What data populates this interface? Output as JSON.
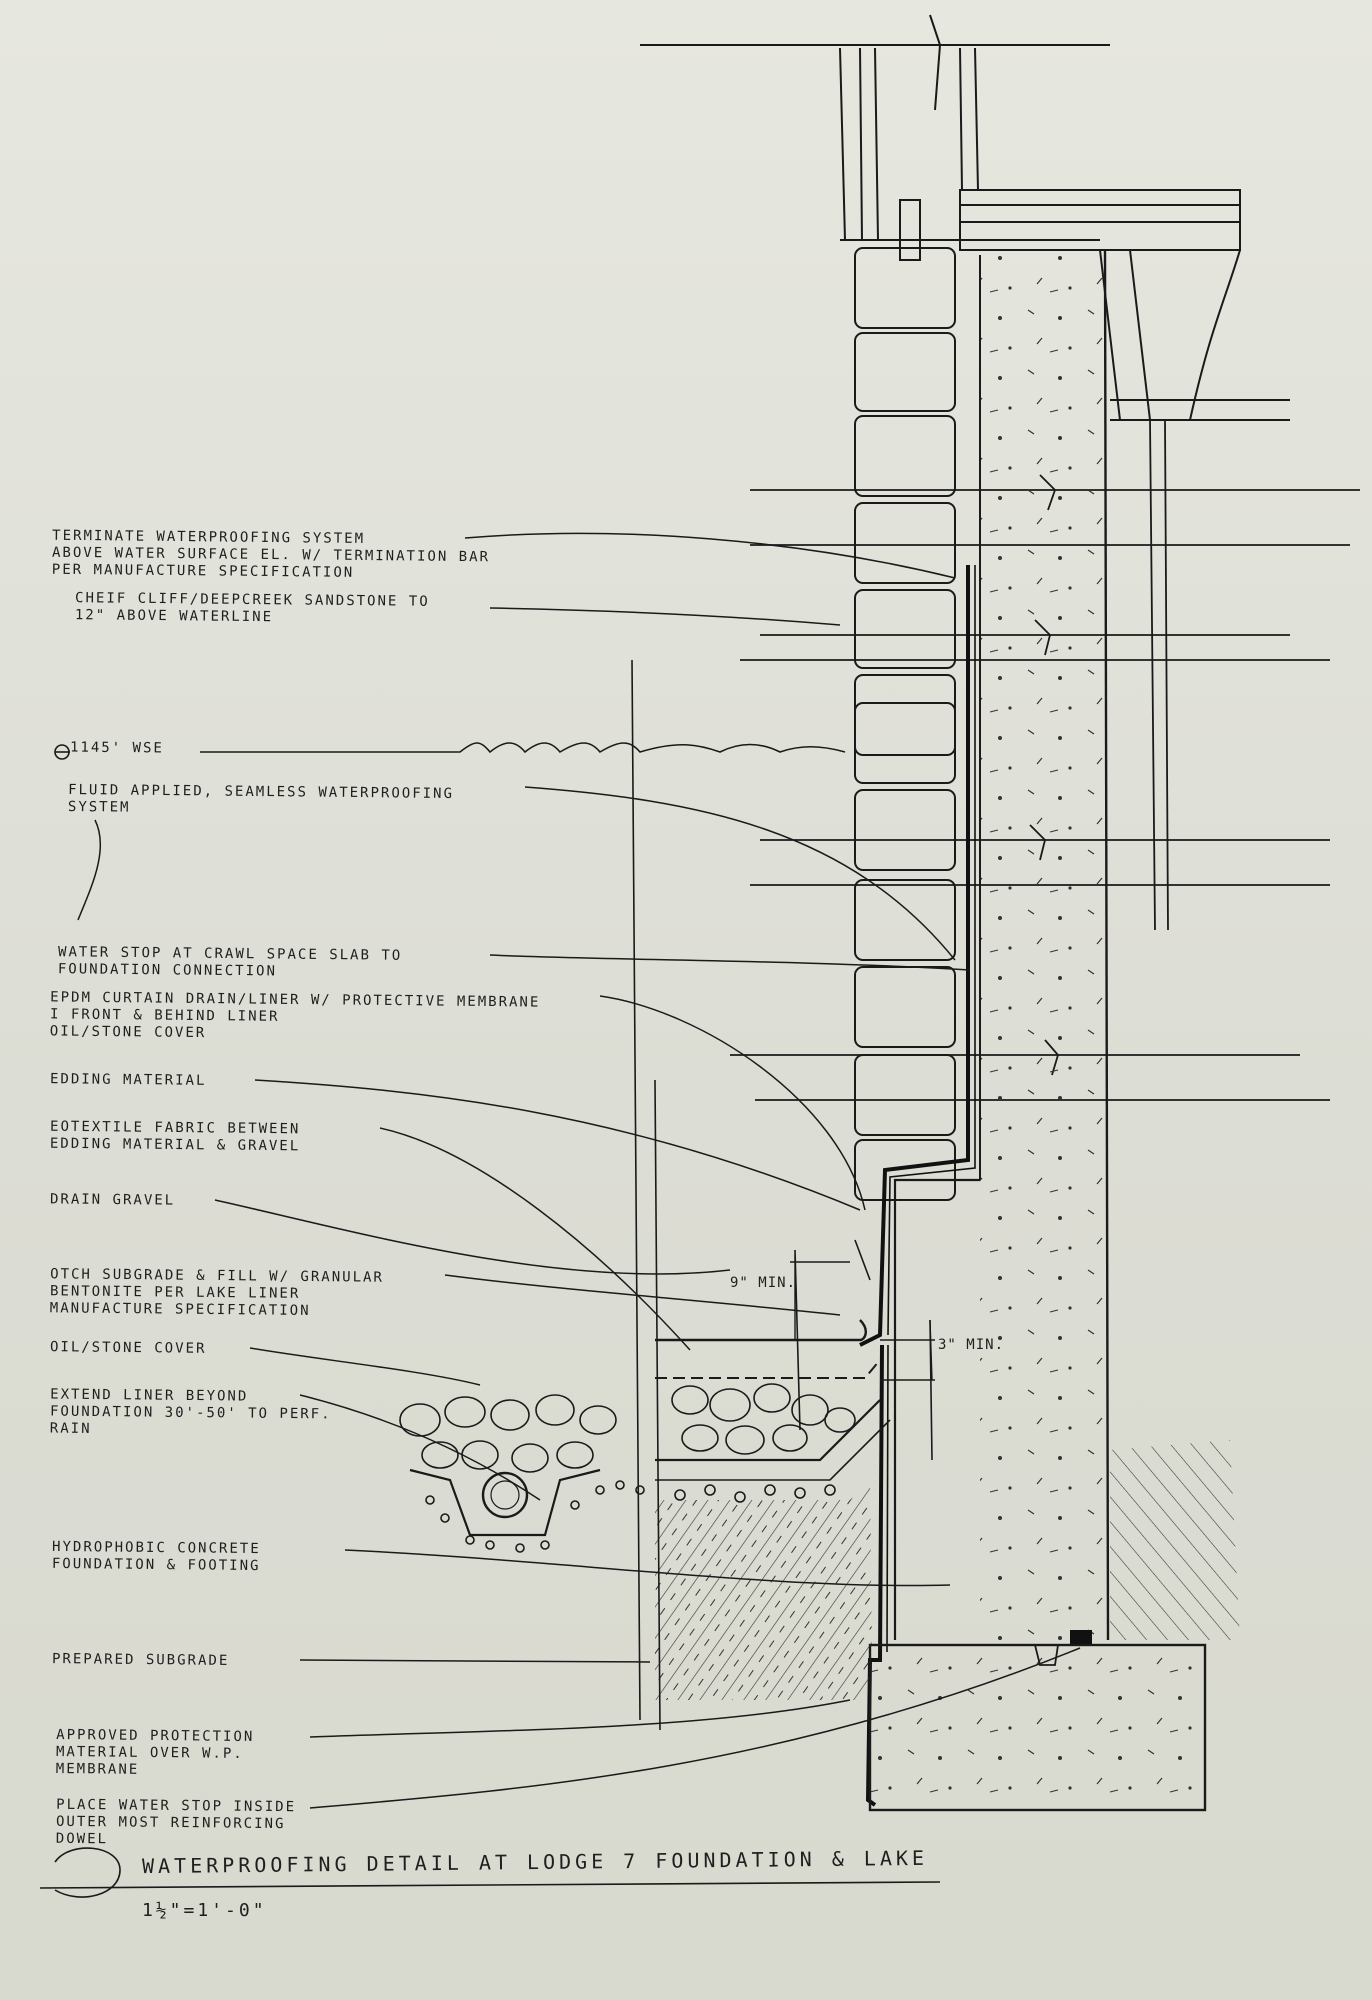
{
  "title": "WATERPROOFING DETAIL AT LODGE 7 FOUNDATION & LAKE",
  "scale": "1½\"=1'-0\"",
  "water_elevation": "1145' WSE",
  "dimensions": {
    "gravel_depth": "9\" MIN.",
    "cover_depth": "3\" MIN."
  },
  "notes": [
    {
      "id": "terminate",
      "lines": [
        "TERMINATE WATERPROOFING SYSTEM",
        "ABOVE WATER SURFACE EL. W/ TERMINATION BAR",
        "PER MANUFACTURE SPECIFICATION"
      ]
    },
    {
      "id": "sandstone",
      "lines": [
        "CHEIF CLIFF/DEEPCREEK SANDSTONE TO",
        "12\" ABOVE WATERLINE"
      ]
    },
    {
      "id": "fluid-applied",
      "lines": [
        "FLUID APPLIED, SEAMLESS WATERPROOFING",
        "SYSTEM"
      ]
    },
    {
      "id": "water-stop-slab",
      "lines": [
        "WATER STOP AT CRAWL SPACE SLAB TO",
        "FOUNDATION CONNECTION"
      ]
    },
    {
      "id": "curtain-drain",
      "lines": [
        "EPDM CURTAIN DRAIN/LINER W/ PROTECTIVE MEMBRANE",
        "I FRONT & BEHIND LINER",
        "OIL/STONE COVER"
      ]
    },
    {
      "id": "bedding",
      "lines": [
        "EDDING MATERIAL"
      ]
    },
    {
      "id": "geotextile",
      "lines": [
        "EOTEXTILE FABRIC BETWEEN",
        "EDDING MATERIAL & GRAVEL"
      ]
    },
    {
      "id": "drain-gravel",
      "lines": [
        "DRAIN GRAVEL"
      ]
    },
    {
      "id": "subgrade-fill",
      "lines": [
        "OTCH SUBGRADE & FILL W/ GRANULAR",
        "BENTONITE PER LAKE LINER",
        "MANUFACTURE SPECIFICATION"
      ]
    },
    {
      "id": "soil-cover",
      "lines": [
        "OIL/STONE COVER"
      ]
    },
    {
      "id": "extend-liner",
      "lines": [
        "EXTEND LINER BEYOND",
        "FOUNDATION 30'-50' TO PERF.",
        "RAIN"
      ]
    },
    {
      "id": "hydrophobic",
      "lines": [
        "HYDROPHOBIC CONCRETE",
        "FOUNDATION & FOOTING"
      ]
    },
    {
      "id": "prepared-subgrade",
      "lines": [
        "PREPARED SUBGRADE"
      ]
    },
    {
      "id": "protection",
      "lines": [
        "APPROVED PROTECTION",
        "MATERIAL OVER W.P.",
        "MEMBRANE"
      ]
    },
    {
      "id": "water-stop-inside",
      "lines": [
        "PLACE WATER STOP INSIDE",
        "OUTER MOST REINFORCING",
        "DOWEL"
      ]
    }
  ]
}
